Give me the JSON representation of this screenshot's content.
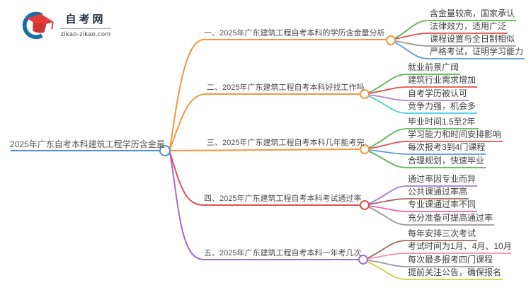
{
  "page": {
    "background": "#ffffff"
  },
  "logo": {
    "title": "自考网",
    "subtitle": "zikao-zikao.com",
    "icon": "graduation-cap-icon",
    "colors": {
      "swoosh": "#1b6ca8",
      "cap": "#e23c3c",
      "cap_dark": "#cf3434"
    }
  },
  "mindmap": {
    "root": {
      "label": "2025年广东自考本科建筑工程学历含金量",
      "color": "#4a90d2"
    },
    "branches": [
      {
        "label": "一、2025年广东建筑工程自考本科的学历含金量分析",
        "color": "#f5953b",
        "children": [
          {
            "label": "含金量较高，国家承认",
            "color": "#5ab552"
          },
          {
            "label": "法律效力，适用广泛",
            "color": "#e05050"
          },
          {
            "label": "课程设置与全日制相似",
            "color": "#9a9a9a"
          },
          {
            "label": "严格考试，证明学习能力",
            "color": "#5e97d8"
          }
        ]
      },
      {
        "label": "二、2025年广东建筑工程自考本科好找工作吗",
        "color": "#f5953b",
        "children": [
          {
            "label": "就业前景广阔",
            "color": "#5ab552"
          },
          {
            "label": "建筑行业需求增加",
            "color": "#e05050"
          },
          {
            "label": "自考学历被认可",
            "color": "#b183d6"
          },
          {
            "label": "竞争力强，机会多",
            "color": "#45d0e0"
          }
        ]
      },
      {
        "label": "三、2025年广东建筑工程自考本科几年能考完",
        "color": "#f5953b",
        "children": [
          {
            "label": "毕业时间1.5至2年",
            "color": "#5ab552"
          },
          {
            "label": "学习能力和时间安排影响",
            "color": "#e05050"
          },
          {
            "label": "每次报考3到4门课程",
            "color": "#5e97d8"
          },
          {
            "label": "合理规划，快速毕业",
            "color": "#5ab552"
          }
        ]
      },
      {
        "label": "四、2025年广东建筑工程自考本科考试通过率",
        "color": "#e05050",
        "children": [
          {
            "label": "通过率因专业而异",
            "color": "#9f7fd4"
          },
          {
            "label": "公共课通过率高",
            "color": "#a1665e"
          },
          {
            "label": "专业课通过率不同",
            "color": "#f062b0"
          },
          {
            "label": "充分准备可提高通过率",
            "color": "#9a9a9a"
          }
        ]
      },
      {
        "label": "五、2025年广东建筑工程自考本科一年考几次",
        "color": "#9b6ec8",
        "children": [
          {
            "label": "每年安排三次考试",
            "color": "#a1665e"
          },
          {
            "label": "考试时间为1月、4月、10月",
            "color": "#f48fb1"
          },
          {
            "label": "每次最多报考四门课程",
            "color": "#9a9a9a"
          },
          {
            "label": "提前关注公告，确保报名",
            "color": "#cdd23a"
          }
        ]
      }
    ]
  }
}
